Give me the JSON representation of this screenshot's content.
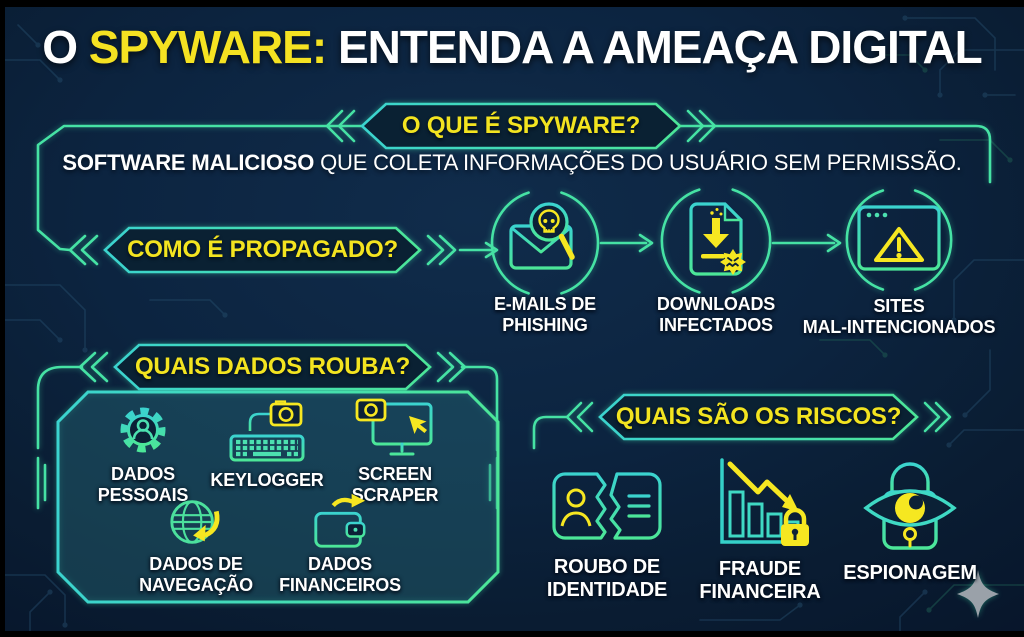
{
  "title": {
    "part1": "O ",
    "highlight": "SPYWARE:",
    "part2": " ENTENDA A AMEAÇA DIGITAL"
  },
  "what_section": {
    "badge": "O QUE É SPYWARE?",
    "definition": {
      "bold": "SOFTWARE MALICIOSO",
      "rest": " QUE COLETA INFORMAÇÕES DO USUÁRIO SEM PERMISSÃO."
    }
  },
  "how_section": {
    "badge": "COMO É PROPAGADO?",
    "items": [
      {
        "icon": "phishing-email-icon",
        "lines": [
          "E-MAILS DE",
          "PHISHING"
        ]
      },
      {
        "icon": "infected-download-icon",
        "lines": [
          "DOWNLOADS",
          "INFECTADOS"
        ]
      },
      {
        "icon": "malicious-site-icon",
        "lines": [
          "SITES",
          "MAL-INTENCIONADOS"
        ]
      }
    ]
  },
  "data_section": {
    "badge": "QUAIS DADOS ROUBA?",
    "items": [
      {
        "icon": "personal-data-icon",
        "lines": [
          "DADOS",
          "PESSOAIS"
        ]
      },
      {
        "icon": "keylogger-icon",
        "lines": [
          "KEYLOGGER"
        ]
      },
      {
        "icon": "screen-scraper-icon",
        "lines": [
          "SCREEN",
          "SCRAPER"
        ]
      },
      {
        "icon": "browsing-data-icon",
        "lines": [
          "DADOS DE",
          "NAVEGAÇÃO"
        ]
      },
      {
        "icon": "financial-data-icon",
        "lines": [
          "DADOS",
          "FINANCEIROS"
        ]
      }
    ]
  },
  "risks_section": {
    "badge": "QUAIS SÃO OS RISCOS?",
    "items": [
      {
        "icon": "identity-theft-icon",
        "lines": [
          "ROUBO DE",
          "IDENTIDADE"
        ]
      },
      {
        "icon": "financial-fraud-icon",
        "lines": [
          "FRAUDE",
          "FINANCEIRA"
        ]
      },
      {
        "icon": "espionage-icon",
        "lines": [
          "ESPIONAGEM"
        ]
      }
    ]
  },
  "colors": {
    "background": "#0a1d33",
    "accent_yellow": "#f5e222",
    "accent_teal": "#3bd3cf",
    "accent_green": "#4ce698",
    "text_white": "#ffffff",
    "sparkle_gray": "#9aa1a9"
  }
}
